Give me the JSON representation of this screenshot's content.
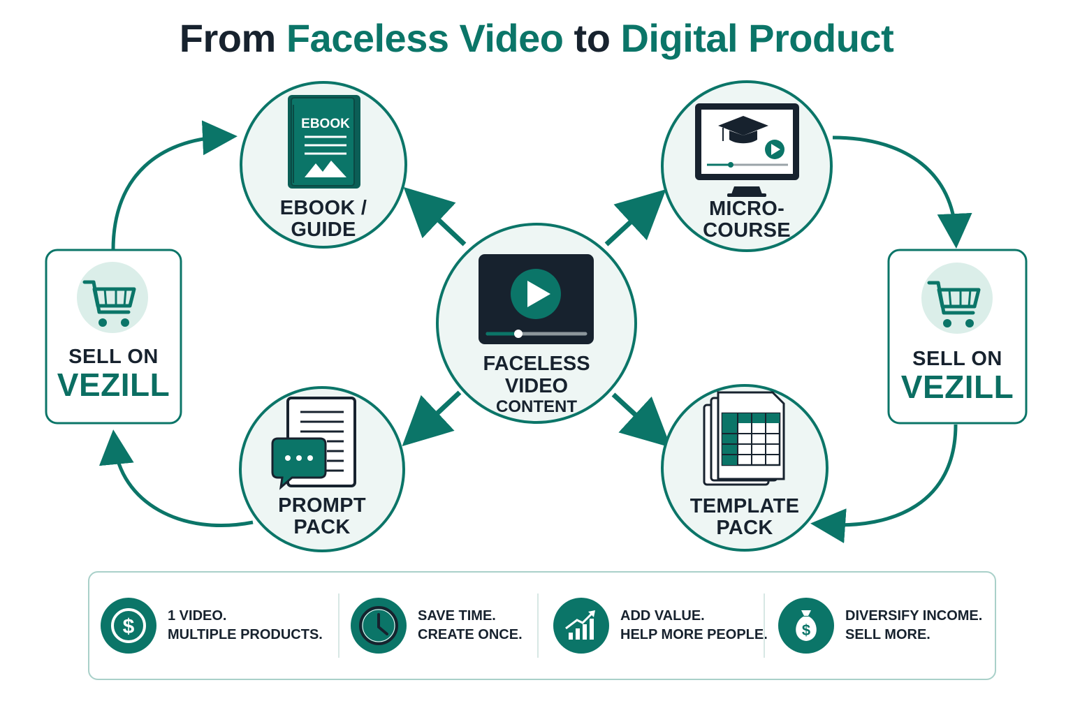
{
  "title": {
    "part1": "From ",
    "part2": "Faceless Video",
    "part3": " to ",
    "part4": "Digital Product"
  },
  "colors": {
    "accent": "#0b7568",
    "dark": "#17222e",
    "light_fill": "#eef6f4",
    "icon_bg": "#dbeee9"
  },
  "center": {
    "line1": "Faceless",
    "line2": "Video",
    "line3": "Content",
    "icon": "video-player-icon"
  },
  "nodes": {
    "ebook": {
      "line1": "Ebook /",
      "line2": "Guide",
      "badge": "EBOOK",
      "icon": "ebook-icon"
    },
    "course": {
      "line1": "Micro-",
      "line2": "Course",
      "icon": "monitor-graduation-cap-icon"
    },
    "prompt": {
      "line1": "Prompt",
      "line2": "Pack",
      "icon": "document-chat-icon"
    },
    "template": {
      "line1": "Template",
      "line2": "Pack",
      "icon": "spreadsheet-icon"
    }
  },
  "sell_left": {
    "line1": "Sell on",
    "line2": "VEZILL",
    "icon": "shopping-cart-icon"
  },
  "sell_right": {
    "line1": "Sell on",
    "line2": "VEZILL",
    "icon": "shopping-cart-icon"
  },
  "benefits": [
    {
      "icon": "dollar-icon",
      "line1": "1 Video.",
      "line2": "Multiple Products."
    },
    {
      "icon": "clock-icon",
      "line1": "Save Time.",
      "line2": "Create Once."
    },
    {
      "icon": "growth-chart-icon",
      "line1": "Add Value.",
      "line2": "Help More People."
    },
    {
      "icon": "money-bag-icon",
      "line1": "Diversify Income.",
      "line2": "Sell More."
    }
  ]
}
